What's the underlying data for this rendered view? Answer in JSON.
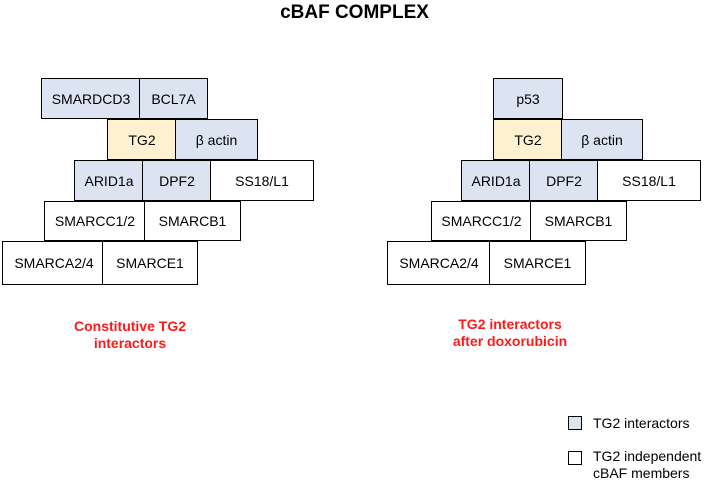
{
  "title": "cBAF COMPLEX",
  "colors": {
    "interactor": "#dce4f2",
    "tg2": "#fdf1cf",
    "independent": "#ffffff",
    "caption": "#ff1a1a"
  },
  "left": {
    "smardcd3": "SMARDCD3",
    "bcl7a": "BCL7A",
    "tg2": "TG2",
    "actin": "β actin",
    "arid1a": "ARID1a",
    "dpf2": "DPF2",
    "ss18": "SS18/L1",
    "smarcc": "SMARCC1/2",
    "smarcb1": "SMARCB1",
    "smarca": "SMARCA2/4",
    "smarce1": "SMARCE1",
    "caption_line1": "Constitutive TG2",
    "caption_line2": "interactors"
  },
  "right": {
    "p53": "p53",
    "tg2": "TG2",
    "actin": "β actin",
    "arid1a": "ARID1a",
    "dpf2": "DPF2",
    "ss18": "SS18/L1",
    "smarcc": "SMARCC1/2",
    "smarcb1": "SMARCB1",
    "smarca": "SMARCA2/4",
    "smarce1": "SMARCE1",
    "caption_line1": "TG2 interactors",
    "caption_line2": "after doxorubicin"
  },
  "legend": {
    "interactors": "TG2 interactors",
    "independent_line1": "TG2 independent",
    "independent_line2": "cBAF members"
  }
}
